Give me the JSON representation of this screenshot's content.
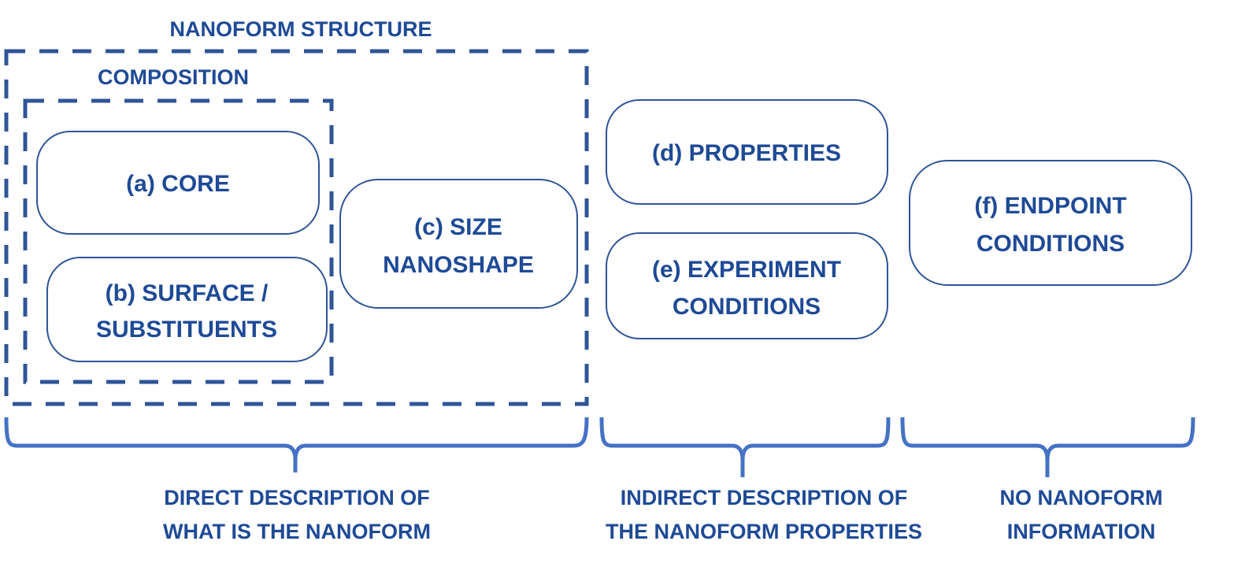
{
  "title": "NANOFORM STRUCTURE",
  "composition_label": "COMPOSITION",
  "boxes": {
    "core": [
      "(a) CORE"
    ],
    "surface": [
      "(b) SURFACE /",
      "SUBSTITUENTS"
    ],
    "size": [
      "(c) SIZE",
      "NANOSHAPE"
    ],
    "properties": [
      "(d) PROPERTIES"
    ],
    "experiment": [
      "(e) EXPERIMENT",
      "CONDITIONS"
    ],
    "endpoint": [
      "(f) ENDPOINT",
      "CONDITIONS"
    ]
  },
  "groups": {
    "direct": [
      "DIRECT DESCRIPTION OF",
      "WHAT IS THE NANOFORM"
    ],
    "indirect": [
      "INDIRECT DESCRIPTION OF",
      "THE NANOFORM PROPERTIES"
    ],
    "none": [
      "NO NANOFORM",
      "INFORMATION"
    ]
  },
  "colors": {
    "text": "#1E4A96",
    "dashed": "#2F5597",
    "brace": "#4472C4"
  }
}
